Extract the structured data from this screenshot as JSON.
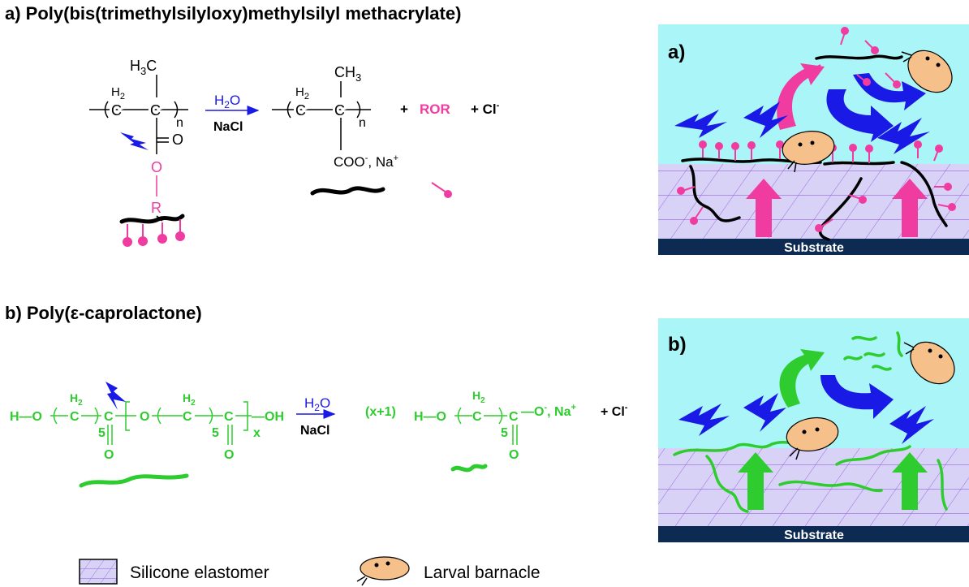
{
  "section_a": {
    "title": "a) Poly(bis(trimethylsilyloxy)methylsilyl methacrylate)",
    "reaction": {
      "h2o": "H2O",
      "nacl": "NaCl",
      "methyl_left": "H3C",
      "methyl_right": "CH3",
      "h2": "H2",
      "c": "C",
      "n": "n",
      "o_double": "O",
      "o_ester": "O",
      "r_group": "R",
      "carboxylate": "COO-, Na+",
      "plus_ror": "+",
      "ror": "ROR",
      "plus_cl": "+ Cl-"
    },
    "panel_label": "a)",
    "substrate": "Substrate"
  },
  "section_b": {
    "title": "b) Poly(ε-caprolactone)",
    "reaction": {
      "h2o": "H2O",
      "nacl": "NaCl",
      "h_o": "H—O",
      "h2": "H2",
      "c": "C",
      "five": "5",
      "o": "O",
      "x": "x",
      "oh": "—OH",
      "x_plus_1": "(x+1)",
      "end_carboxylate": "—O-, Na+",
      "plus_cl": "+ Cl-"
    },
    "panel_label": "b)",
    "substrate": "Substrate"
  },
  "legend": {
    "silicone": "Silicone elastomer",
    "barnacle": "Larval barnacle"
  },
  "colors": {
    "water": "#aaf5f7",
    "elastomer": "#d9d2f7",
    "grid": "#9a66e0",
    "substrate": "#0d2b52",
    "pink": "#f03ca0",
    "blue": "#1a1ae6",
    "green": "#2ecc2e",
    "barnacle": "#f5c08a"
  }
}
